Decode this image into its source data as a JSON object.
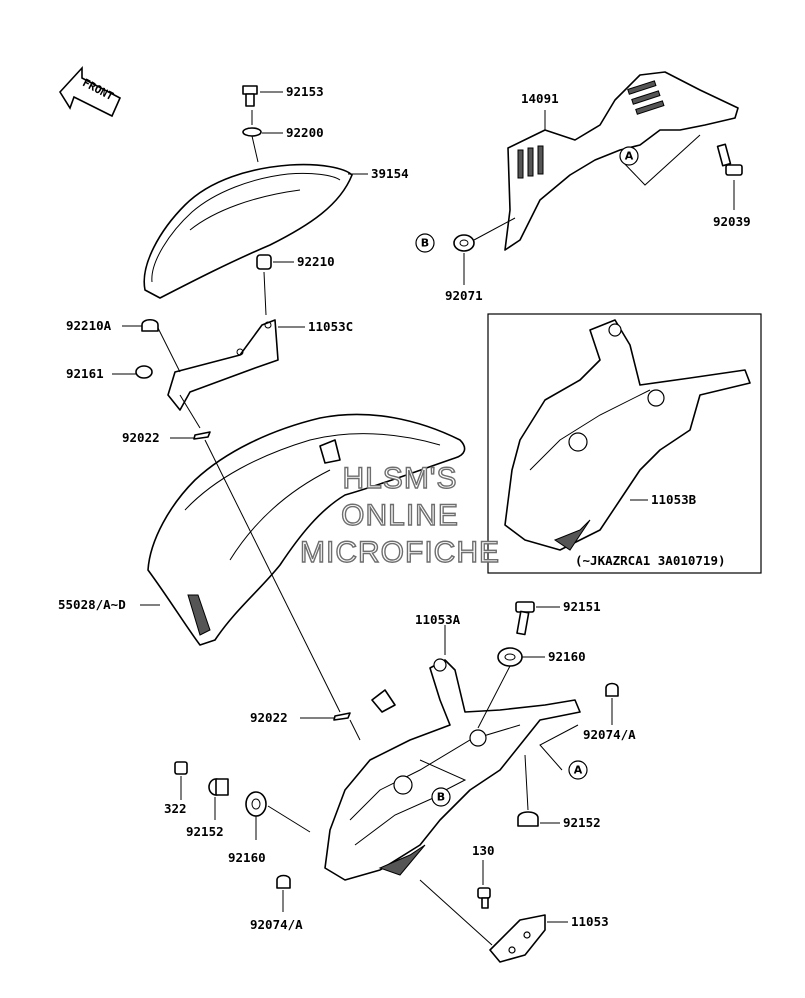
{
  "labels": {
    "p92153": "92153",
    "p92200": "92200",
    "p39154": "39154",
    "p92210": "92210",
    "p92210a": "92210A",
    "p11053c": "11053C",
    "p92161": "92161",
    "p92022_top": "92022",
    "p55028": "55028/A~D",
    "p92022_mid": "92022",
    "p322": "322",
    "p92152_left": "92152",
    "p92160_left": "92160",
    "p92074_left": "92074/A",
    "p14091": "14091",
    "p92039": "92039",
    "p92071": "92071",
    "p11053b": "11053B",
    "inset_note": "(~JKAZRCA1 3A010719)",
    "p11053a": "11053A",
    "p92151": "92151",
    "p92160_right": "92160",
    "p92074_right": "92074/A",
    "p92152_right": "92152",
    "p130": "130",
    "p11053": "11053"
  },
  "callouts": {
    "a1": "A",
    "a2": "A",
    "b1": "B",
    "b2": "B"
  },
  "front_arrow": "FRONT",
  "watermark": [
    "HLSM'S",
    "ONLINE",
    "MICROFICHE"
  ]
}
